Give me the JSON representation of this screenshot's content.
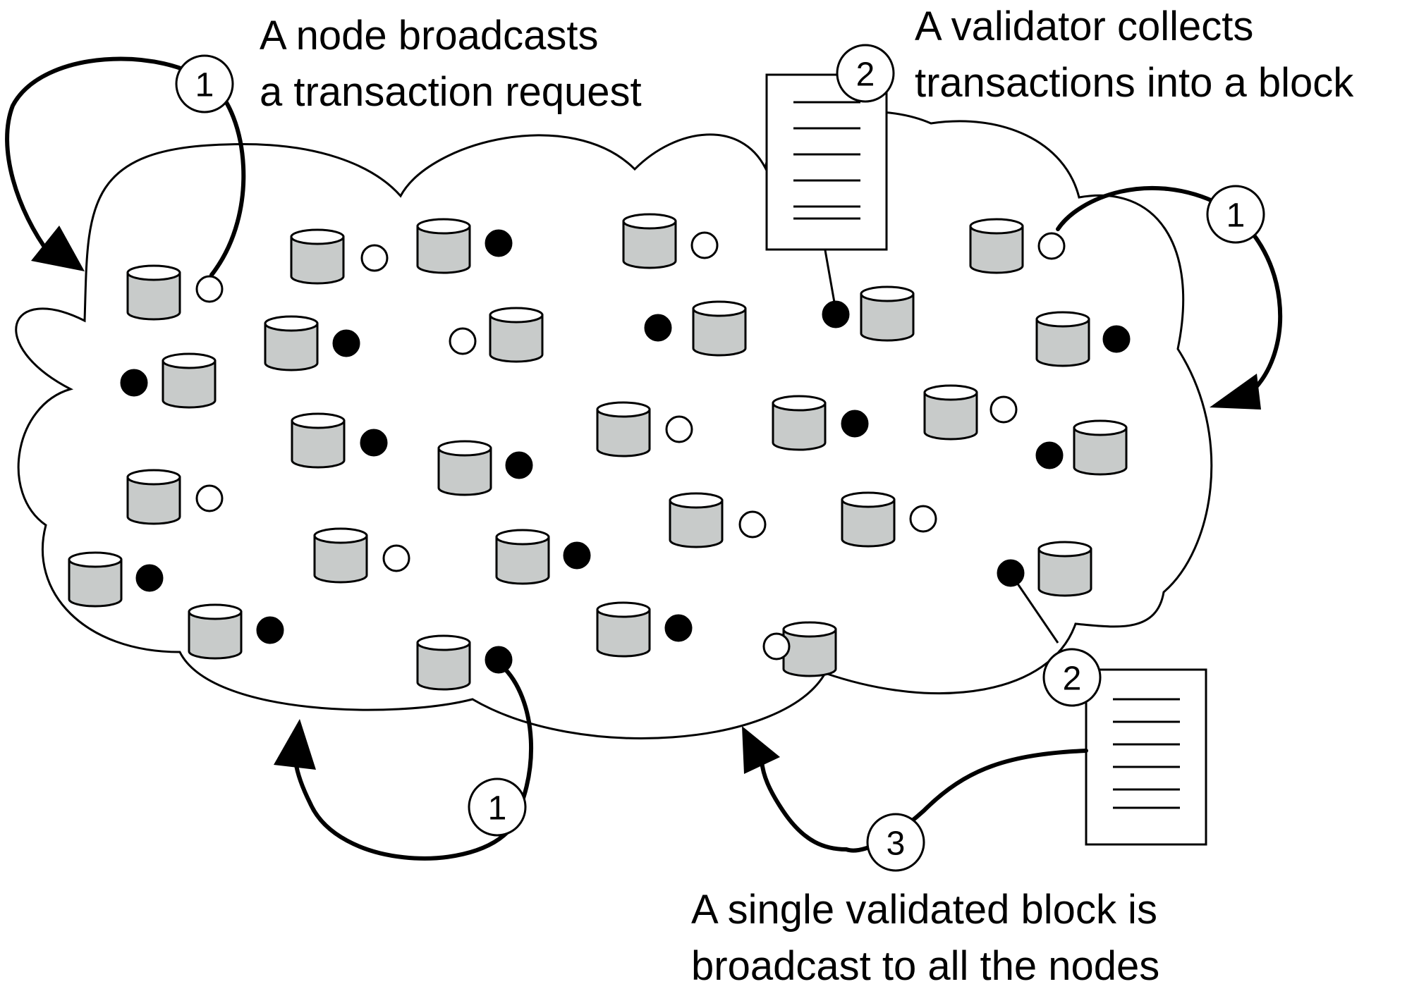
{
  "captions": {
    "step1_line1": "A node broadcasts",
    "step1_line2": "a transaction request",
    "step2_line1": "A validator collects",
    "step2_line2": "transactions into a block",
    "step3_line1": "A single validated block is",
    "step3_line2": "broadcast to all the nodes"
  },
  "badges": {
    "broadcast_top_left": "1",
    "broadcast_right": "1",
    "broadcast_bottom": "1",
    "collect_top": "2",
    "collect_bottom_right": "2",
    "propagate": "3"
  },
  "colors": {
    "stroke": "#000000",
    "node_fill": "#c8cbca",
    "background": "#ffffff"
  }
}
